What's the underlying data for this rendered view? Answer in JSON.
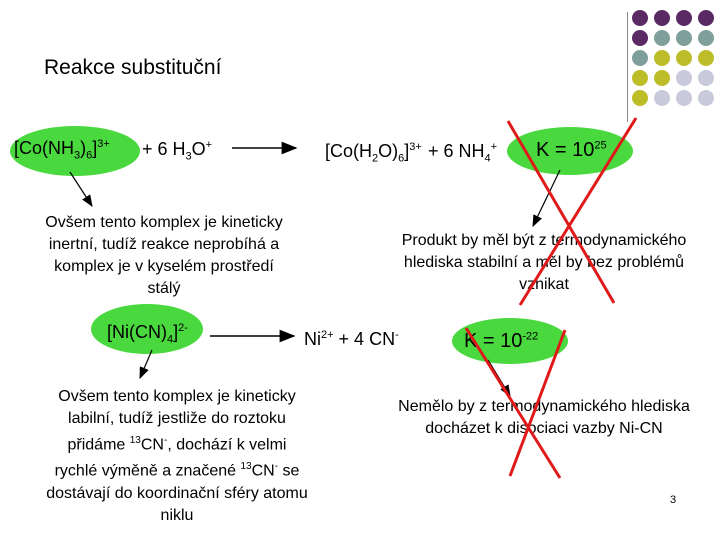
{
  "title": "Reakce substituční",
  "reaction1": {
    "reactant_complex": "[Co(NH3)6]3+",
    "reactant_add": "+ 6 H3O+",
    "product_complex": "[Co(H2O)6]3+",
    "product_add": "+ 6 NH4+",
    "k_label": "K = 1025"
  },
  "note1_left": "Ovšem tento komplex je kineticky inertní, tudíž reakce neprobíhá a komplex je v kyselém prostředí stálý",
  "note1_right": "Produkt by měl být z termodynamického hlediska stabilní a měl by bez problémů vznikat",
  "reaction2": {
    "reactant_complex": "[Ni(CN)4]2-",
    "products": "Ni2+ + 4 CN-",
    "k_label": "K = 10-22"
  },
  "note2_left": "Ovšem tento komplex je kineticky labilní, tudíž jestliže do roztoku přidáme 13CN-, dochází k velmi rychlé výměně a značené 13CN- se dostávají do koordinační sféry atomu niklu",
  "note2_right": "Nemělo by z termodynamického hlediska docházet k disociaci vazby Ni-CN",
  "page_number": "3",
  "colors": {
    "ellipse_green": "#49d83d",
    "cross_red": "#e01a1a",
    "dot_purple": "#5a2a64",
    "dot_teal": "#7f9f9b",
    "dot_olive": "#bdbd2a",
    "dot_lavender": "#c9c9dc"
  }
}
